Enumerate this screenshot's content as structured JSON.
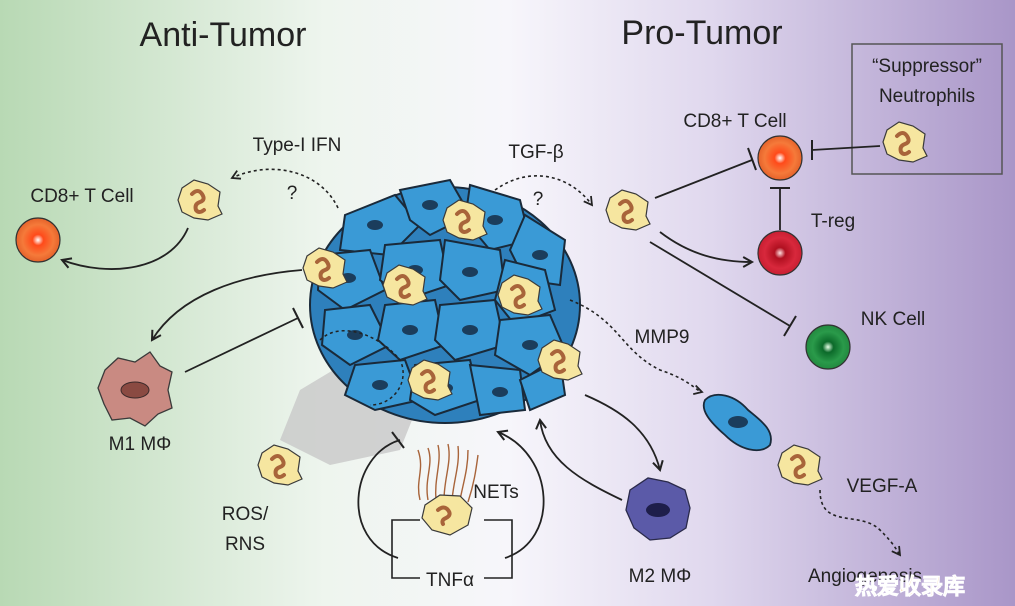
{
  "headings": {
    "anti_tumor": "Anti-Tumor",
    "pro_tumor": "Pro-Tumor"
  },
  "labels": {
    "type_i_ifn": "Type-I IFN",
    "question_left": "?",
    "cd8_left": "CD8+ T Cell",
    "m1": "M1 MΦ",
    "ros": "ROS/",
    "rns": "RNS",
    "nets": "NETs",
    "tnfa": "TNFα",
    "tgfb": "TGF-β",
    "question_right": "?",
    "cd8_right": "CD8+ T Cell",
    "suppressor_1": "“Suppressor”",
    "suppressor_2": "Neutrophils",
    "treg": "T-reg",
    "nk": "NK Cell",
    "mmp9": "MMP9",
    "vegfa": "VEGF-A",
    "angiogenesis": "Angiogenesis",
    "m2": "M2 MΦ",
    "watermark": "热爱收录库"
  },
  "colors": {
    "tumor_cell": "#3a9ad6",
    "tumor_nucleus": "#1b3d5c",
    "neutrophil": "#f6e6a0",
    "neutrophil_nucleus": "#a8643a",
    "cd8": "#f07a3c",
    "treg": "#d8283c",
    "nk": "#2a9a4a",
    "m1": "#c98a82",
    "m2": "#5b5aa8",
    "bg_left": "#b8dab4",
    "bg_right": "#a996c8"
  }
}
